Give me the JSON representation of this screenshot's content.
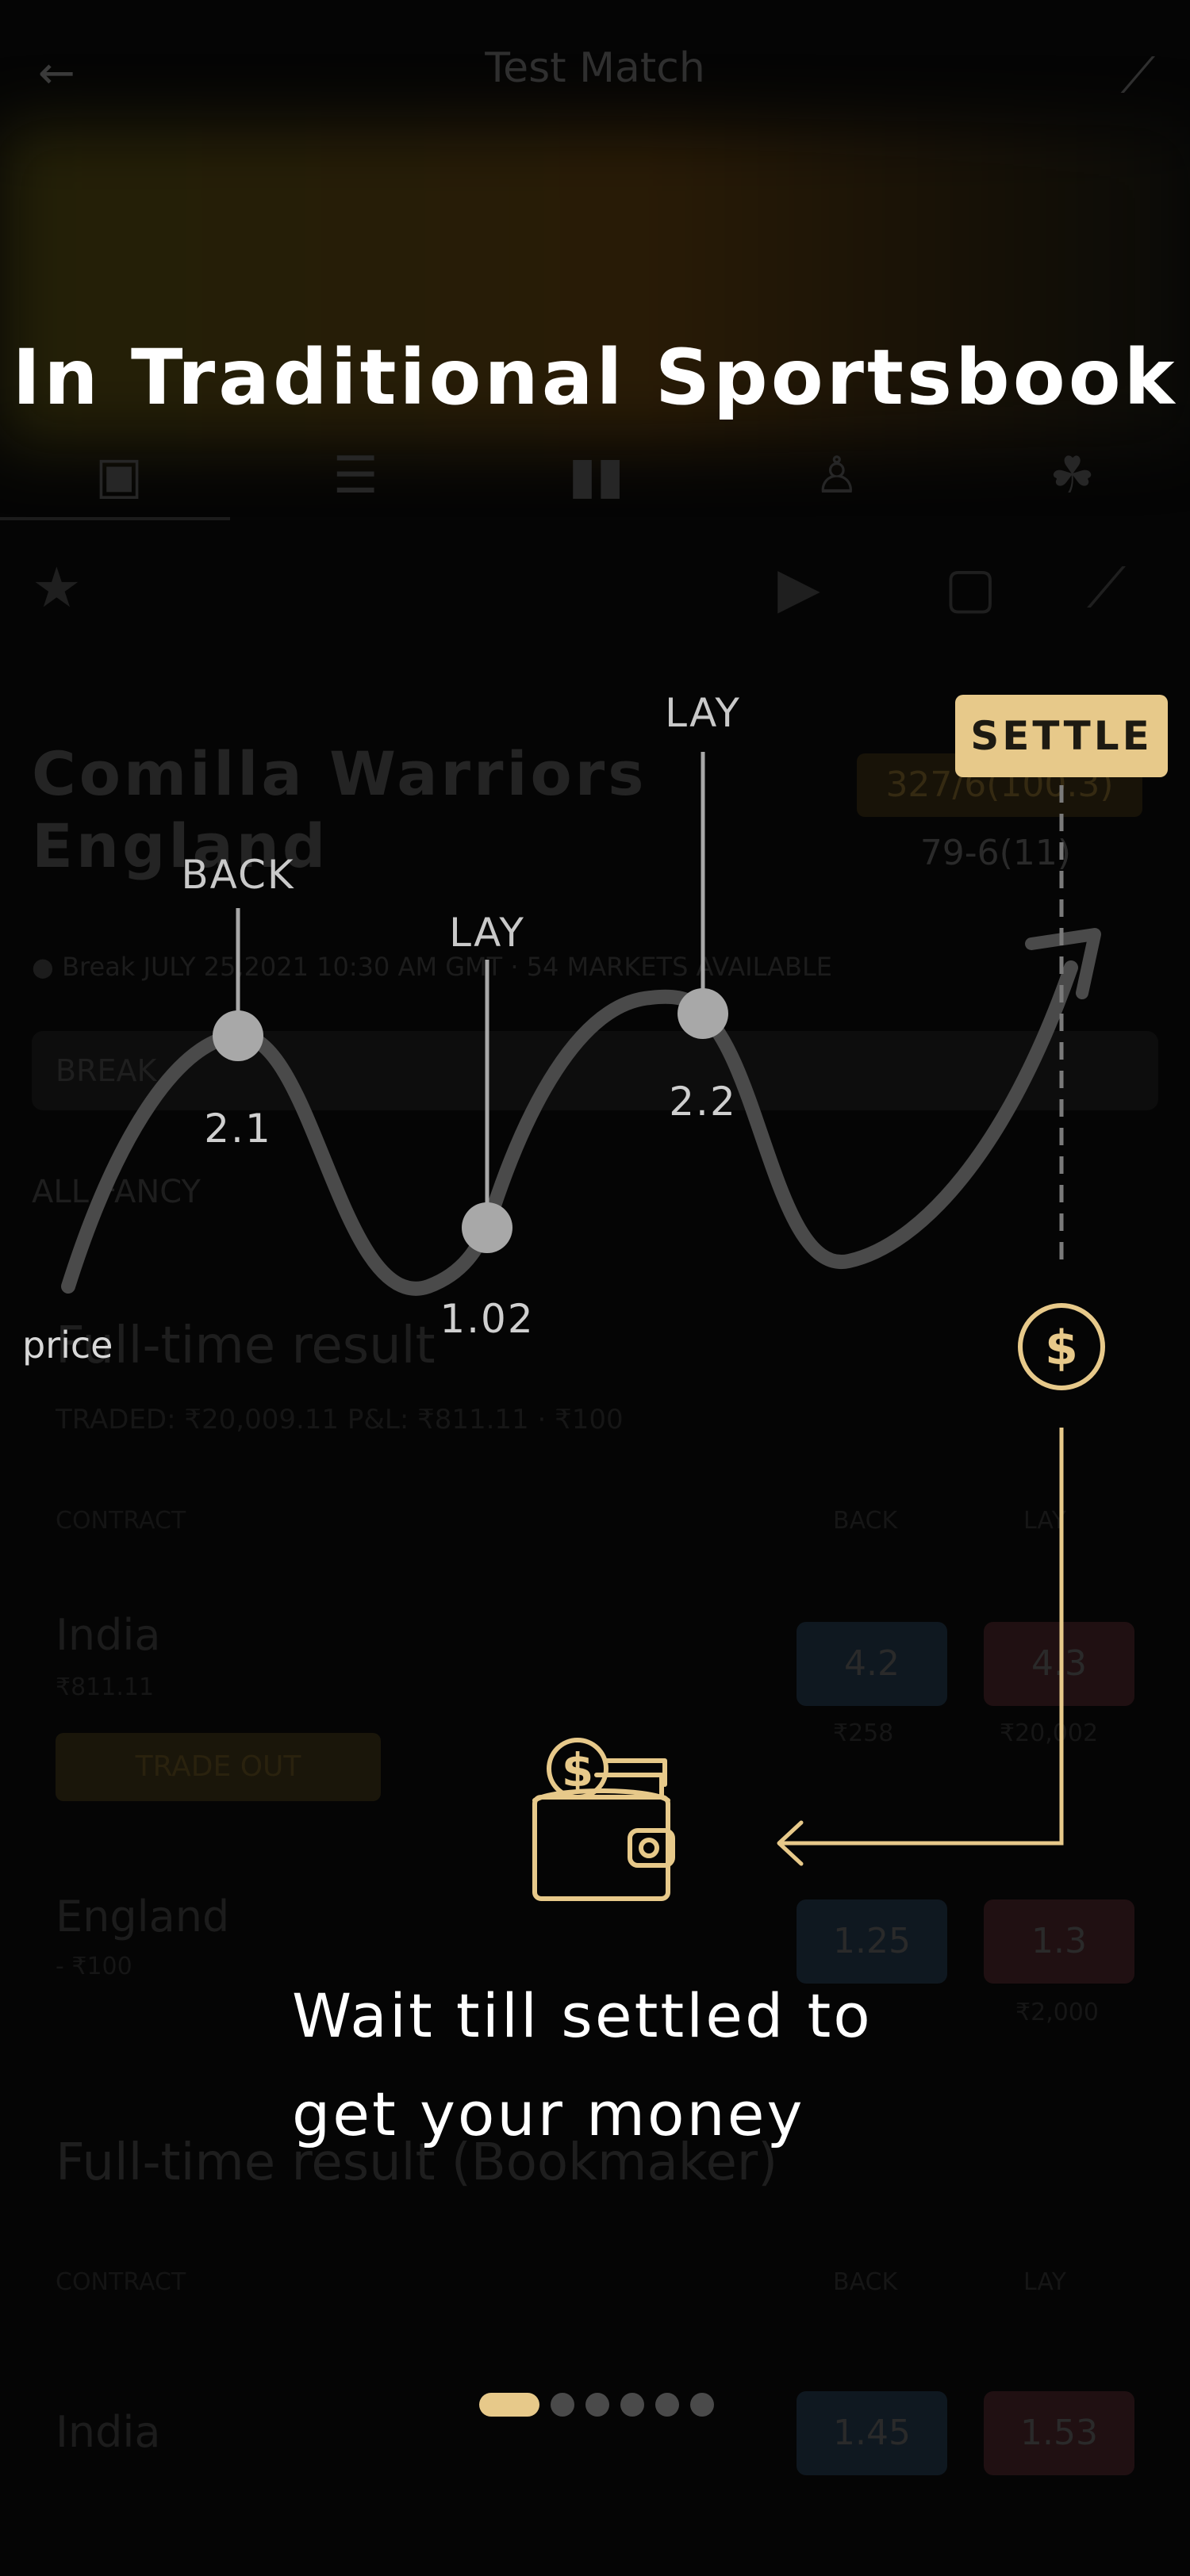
{
  "background": {
    "title": "Test Match",
    "heading_line1": "Comilla Warriors",
    "heading_line2": "England",
    "score_top": "327/6(100.3)",
    "score_bottom": "79-6(11)",
    "meta": "● Break   JULY 25,2021 10:30 AM GMT   ·   54 MARKETS AVAILABLE",
    "break_label": "BREAK",
    "subtabs": "ALL      FANCY",
    "section1": "Full-time result",
    "traded": "TRADED: ₹20,009.11   P&L: ₹811.11   ·   ₹100",
    "contract_header": "CONTRACT",
    "back_header": "BACK",
    "lay_header": "LAY",
    "row1_name": "India",
    "row1_sub": "₹811.11",
    "trade_out": "TRADE OUT",
    "row1_back": "4.2",
    "row1_lay": "4.3",
    "row1_back_vol": "₹258",
    "row1_lay_vol": "₹20,002",
    "row2_name": "England",
    "row2_sub": "- ₹100",
    "row2_back": "1.25",
    "row2_lay": "1.3",
    "row2_lay_vol": "₹2,000",
    "section2": "Full-time result (Bookmaker)",
    "row3_name": "India",
    "row3_back": "1.45",
    "row3_lay": "1.53"
  },
  "overlay": {
    "title": "In Traditional Sportsbook",
    "settle_label": "SETTLE",
    "axis_label": "price",
    "points": [
      {
        "action": "BACK",
        "price": "2.1"
      },
      {
        "action": "LAY",
        "price": "1.02"
      },
      {
        "action": "LAY",
        "price": "2.2"
      }
    ],
    "message_line1": "Wait till settled to",
    "message_line2": "get your money",
    "pager": {
      "total": 6,
      "active": 0
    },
    "accent_color": "#e7c98a"
  }
}
